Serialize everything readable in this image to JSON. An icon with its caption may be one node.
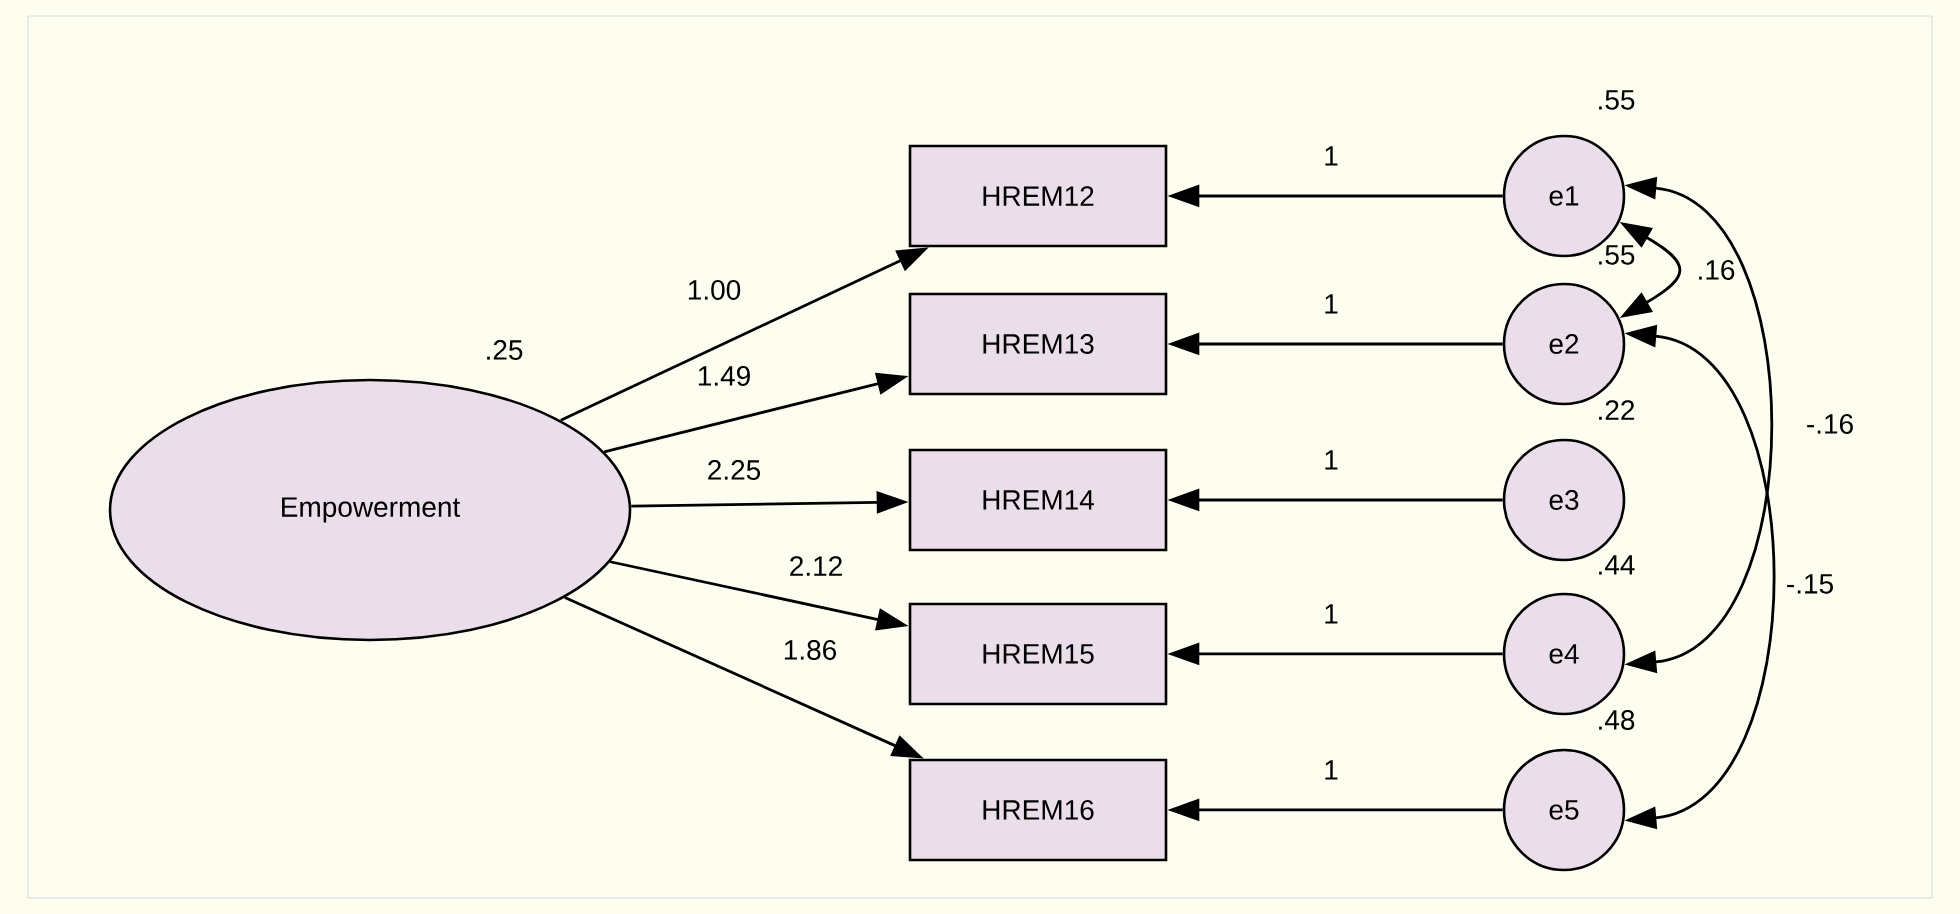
{
  "diagram": {
    "nodes": [
      {
        "text": [
          "Empowerment"
        ],
        "beside": [
          ".25"
        ]
      },
      {
        "text": [
          "HREM12"
        ]
      },
      {
        "text": [
          "HREM13"
        ]
      },
      {
        "text": [
          "HREM14"
        ]
      },
      {
        "text": [
          "HREM15"
        ]
      },
      {
        "text": [
          "HREM16"
        ]
      },
      {
        "text": [
          "e1"
        ]
      },
      {
        "text": [
          "e2"
        ]
      },
      {
        "text": [
          "e3"
        ]
      },
      {
        "text": [
          "e4"
        ]
      },
      {
        "text": [
          "e5"
        ]
      }
    ],
    "labels": [
      ".55",
      ".55",
      ".22",
      ".44",
      ".48"
    ],
    "edges": [
      {
        "from": 0,
        "to": 1,
        "arrow": "to",
        "label": "1.00"
      },
      {
        "from": 0,
        "to": 2,
        "arrow": "to",
        "label": "1.49"
      },
      {
        "from": 0,
        "to": 3,
        "arrow": "to",
        "label": "2.25"
      },
      {
        "from": 0,
        "to": 4,
        "arrow": "to",
        "label": "2.12"
      },
      {
        "from": 0,
        "to": 5,
        "arrow": "to",
        "label": "1.86"
      },
      {
        "from": 6,
        "to": 1,
        "arrow": "to",
        "label": "1"
      },
      {
        "from": 7,
        "to": 2,
        "arrow": "to",
        "label": "1"
      },
      {
        "from": 8,
        "to": 3,
        "arrow": "to",
        "label": "1"
      },
      {
        "from": 9,
        "to": 4,
        "arrow": "to",
        "label": "1"
      },
      {
        "from": 10,
        "to": 5,
        "arrow": "to",
        "label": "1"
      },
      {
        "from": 6,
        "to": 7,
        "arrow": "both",
        "label": ".16"
      },
      {
        "from": 6,
        "to": 9,
        "arrow": "both",
        "label": "-.16"
      },
      {
        "from": 7,
        "to": 10,
        "arrow": "both",
        "label": "-.15"
      }
    ]
  }
}
